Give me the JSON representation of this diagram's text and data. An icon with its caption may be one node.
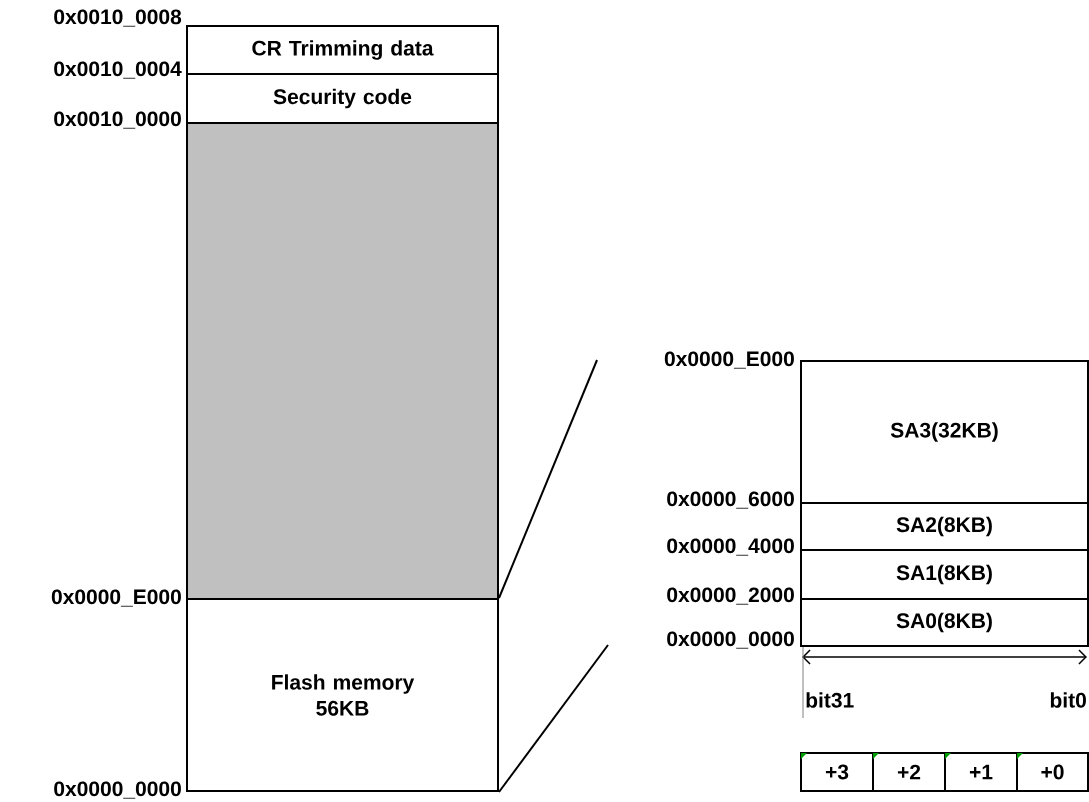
{
  "diagram": {
    "nodes": [
      {
        "text": [
          "CR Trimming data"
        ]
      },
      {
        "text": [
          "Security code"
        ]
      },
      {
        "text": [],
        "shape": "box"
      },
      {
        "text": [
          "Flash memory 56KB"
        ]
      },
      {
        "text": [
          "SA3(32KB)"
        ]
      },
      {
        "text": [
          "SA2(8KB)"
        ]
      },
      {
        "text": [
          "SA1(8KB)"
        ]
      },
      {
        "text": [
          "SA0(8KB)"
        ]
      },
      {
        "text": [
          "+3"
        ]
      },
      {
        "text": [
          "+2"
        ]
      },
      {
        "text": [
          "+1"
        ]
      },
      {
        "text": [
          "+0"
        ]
      }
    ],
    "edges": [
      {
        "from": 3,
        "to": null,
        "arrow": "none"
      },
      {
        "from": 3,
        "to": null,
        "arrow": "none"
      }
    ],
    "labels": [
      "0x0010_0008",
      "0x0010_0004",
      "0x0010_0000",
      "0x0000_E000",
      "0x0000_0000",
      "0x0000_E000",
      "0x0000_6000",
      "0x0000_4000",
      "0x0000_2000",
      "0x0000_0000",
      "bit31",
      "bit0"
    ]
  }
}
